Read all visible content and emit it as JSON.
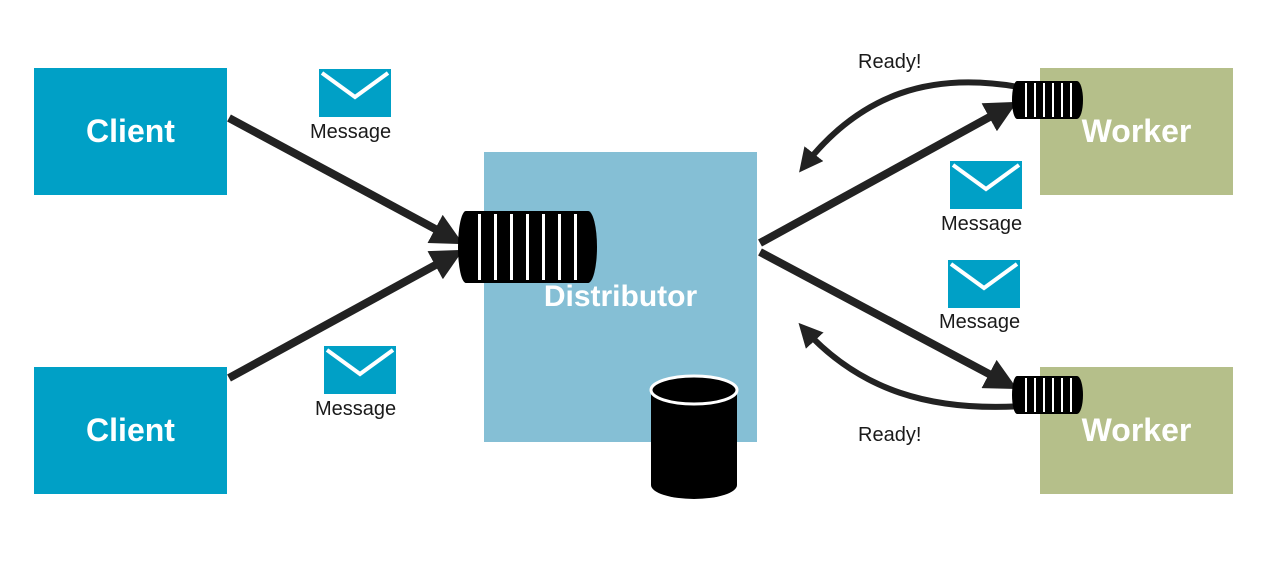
{
  "nodes": {
    "client_top": "Client",
    "client_bottom": "Client",
    "distributor": "Distributor",
    "worker_top": "Worker",
    "worker_bottom": "Worker"
  },
  "labels": {
    "message_client_top": "Message",
    "message_client_bottom": "Message",
    "message_worker_top": "Message",
    "message_worker_bottom": "Message",
    "ready_top": "Ready!",
    "ready_bottom": "Ready!"
  },
  "icons": {
    "envelope": "envelope-icon",
    "queue": "queue-icon",
    "database": "database-icon"
  },
  "colors": {
    "client": "#00a0c6",
    "worker": "#b5bf8a",
    "distributor": "#85bfd5",
    "envelope": "#00a0c6",
    "arrow": "#222222"
  }
}
